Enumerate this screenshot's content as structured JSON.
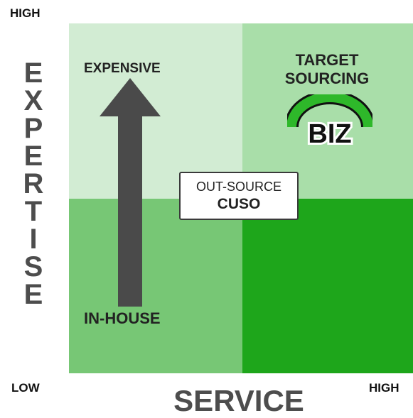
{
  "axes": {
    "y_label": "EXPERTISE",
    "x_label": "SERVICE",
    "y_high": "HIGH",
    "x_low": "LOW",
    "x_high": "HIGH"
  },
  "quadrants": {
    "top_left": {
      "text": "EXPENSIVE"
    },
    "bottom_left": {
      "text": "IN-HOUSE"
    },
    "top_right": {
      "line1": "TARGET",
      "line2": "SOURCING",
      "logo_text": "BIZ"
    },
    "center_box": {
      "line1": "OUT-SOURCE",
      "line2": "CUSO"
    }
  },
  "colors": {
    "top_left": "#d2ecd3",
    "top_right": "#a9dea9",
    "bottom_left": "#77c775",
    "bottom_right": "#1ea61b",
    "arrow": "#4a4a4a"
  },
  "icons": {
    "arrow": "up-arrow-icon",
    "logo": "biz-arc-logo"
  }
}
